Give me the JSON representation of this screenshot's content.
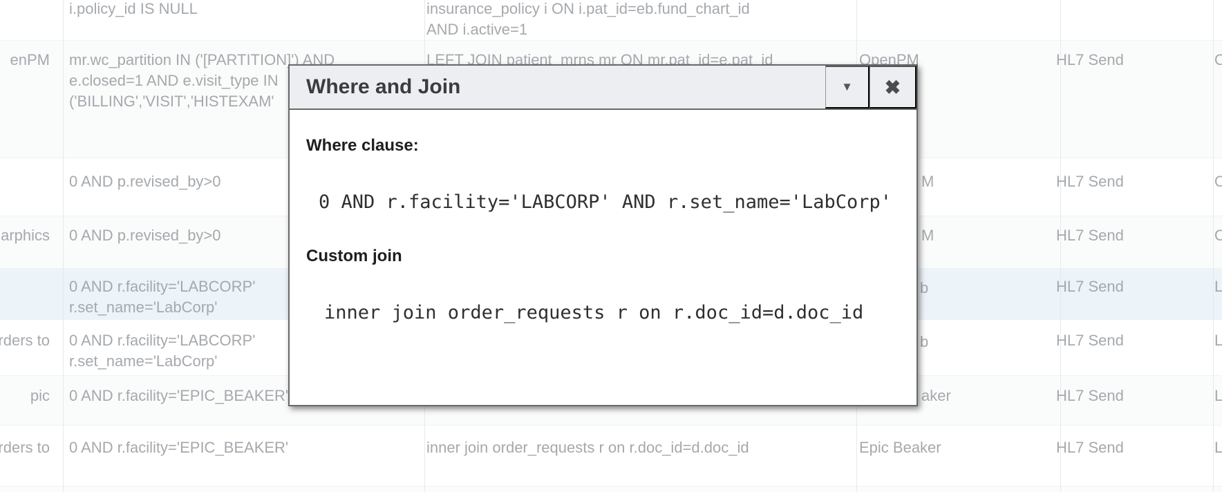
{
  "dialog": {
    "title": "Where and Join",
    "collapse_icon": "▼",
    "close_icon": "✖",
    "where_label": "Where clause:",
    "where_value": "0 AND r.facility='LABCORP' AND r.set_name='LabCorp'",
    "join_label": "Custom join",
    "join_value": "inner join order_requests r on r.doc_id=d.doc_id"
  },
  "table": {
    "rows": [
      {
        "where_lines": [
          "i.policy_id IS NULL"
        ],
        "join_lines": [
          "insurance_policy i ON i.pat_id=eb.fund_chart_id",
          "AND i.active=1"
        ]
      },
      {
        "name_fragment": "enPM",
        "where_lines": [
          "mr.wc_partition IN ('[PARTITION]') AND",
          "e.closed=1 AND e.visit_type IN",
          "('BILLING','VISIT','HISTEXAM'"
        ],
        "join_lines": [
          "LEFT JOIN patient_mrns mr ON mr.pat_id=e.pat_id"
        ],
        "module": "OpenPM",
        "type": "HL7 Send",
        "edge_fragment": "O"
      },
      {
        "where_lines": [
          "0 AND p.revised_by>0"
        ],
        "module_fragment": "M",
        "type": "HL7 Send",
        "edge_fragment": "O"
      },
      {
        "name_fragment": "arphics",
        "where_lines": [
          "0 AND p.revised_by>0"
        ],
        "module_fragment": "M",
        "type": "HL7 Send",
        "edge_fragment": "O"
      },
      {
        "selected": true,
        "where_lines": [
          "0 AND r.facility='LABCORP'",
          "r.set_name='LabCorp'"
        ],
        "module_fragment": "b",
        "type": "HL7 Send",
        "edge_fragment": "L"
      },
      {
        "name_fragment": "rders to",
        "where_lines": [
          "0 AND r.facility='LABCORP'",
          "r.set_name='LabCorp'"
        ],
        "module_fragment": "b",
        "type": "HL7 Send",
        "edge_fragment": "L"
      },
      {
        "name_fragment": "pic",
        "where_lines": [
          "0 AND r.facility='EPIC_BEAKER'"
        ],
        "module_fragment": "aker",
        "type": "HL7 Send",
        "edge_fragment": "L"
      },
      {
        "name_fragment": "rders to",
        "where_lines": [
          "0 AND r.facility='EPIC_BEAKER'"
        ],
        "join_lines": [
          "inner join order_requests r on r.doc_id=d.doc_id"
        ],
        "module": "Epic Beaker",
        "type": "HL7 Send",
        "edge_fragment": "L"
      }
    ]
  },
  "colors": {
    "row_stripe": "#fafbfb",
    "row_selected": "#ecf3f9",
    "gridline": "#e7e9ea",
    "table_text": "#a5a9ad",
    "modal_border": "#686868",
    "modal_header_bg": "#edeef2",
    "title_text": "#3a3c3f",
    "code_text": "#2f2f2f"
  }
}
